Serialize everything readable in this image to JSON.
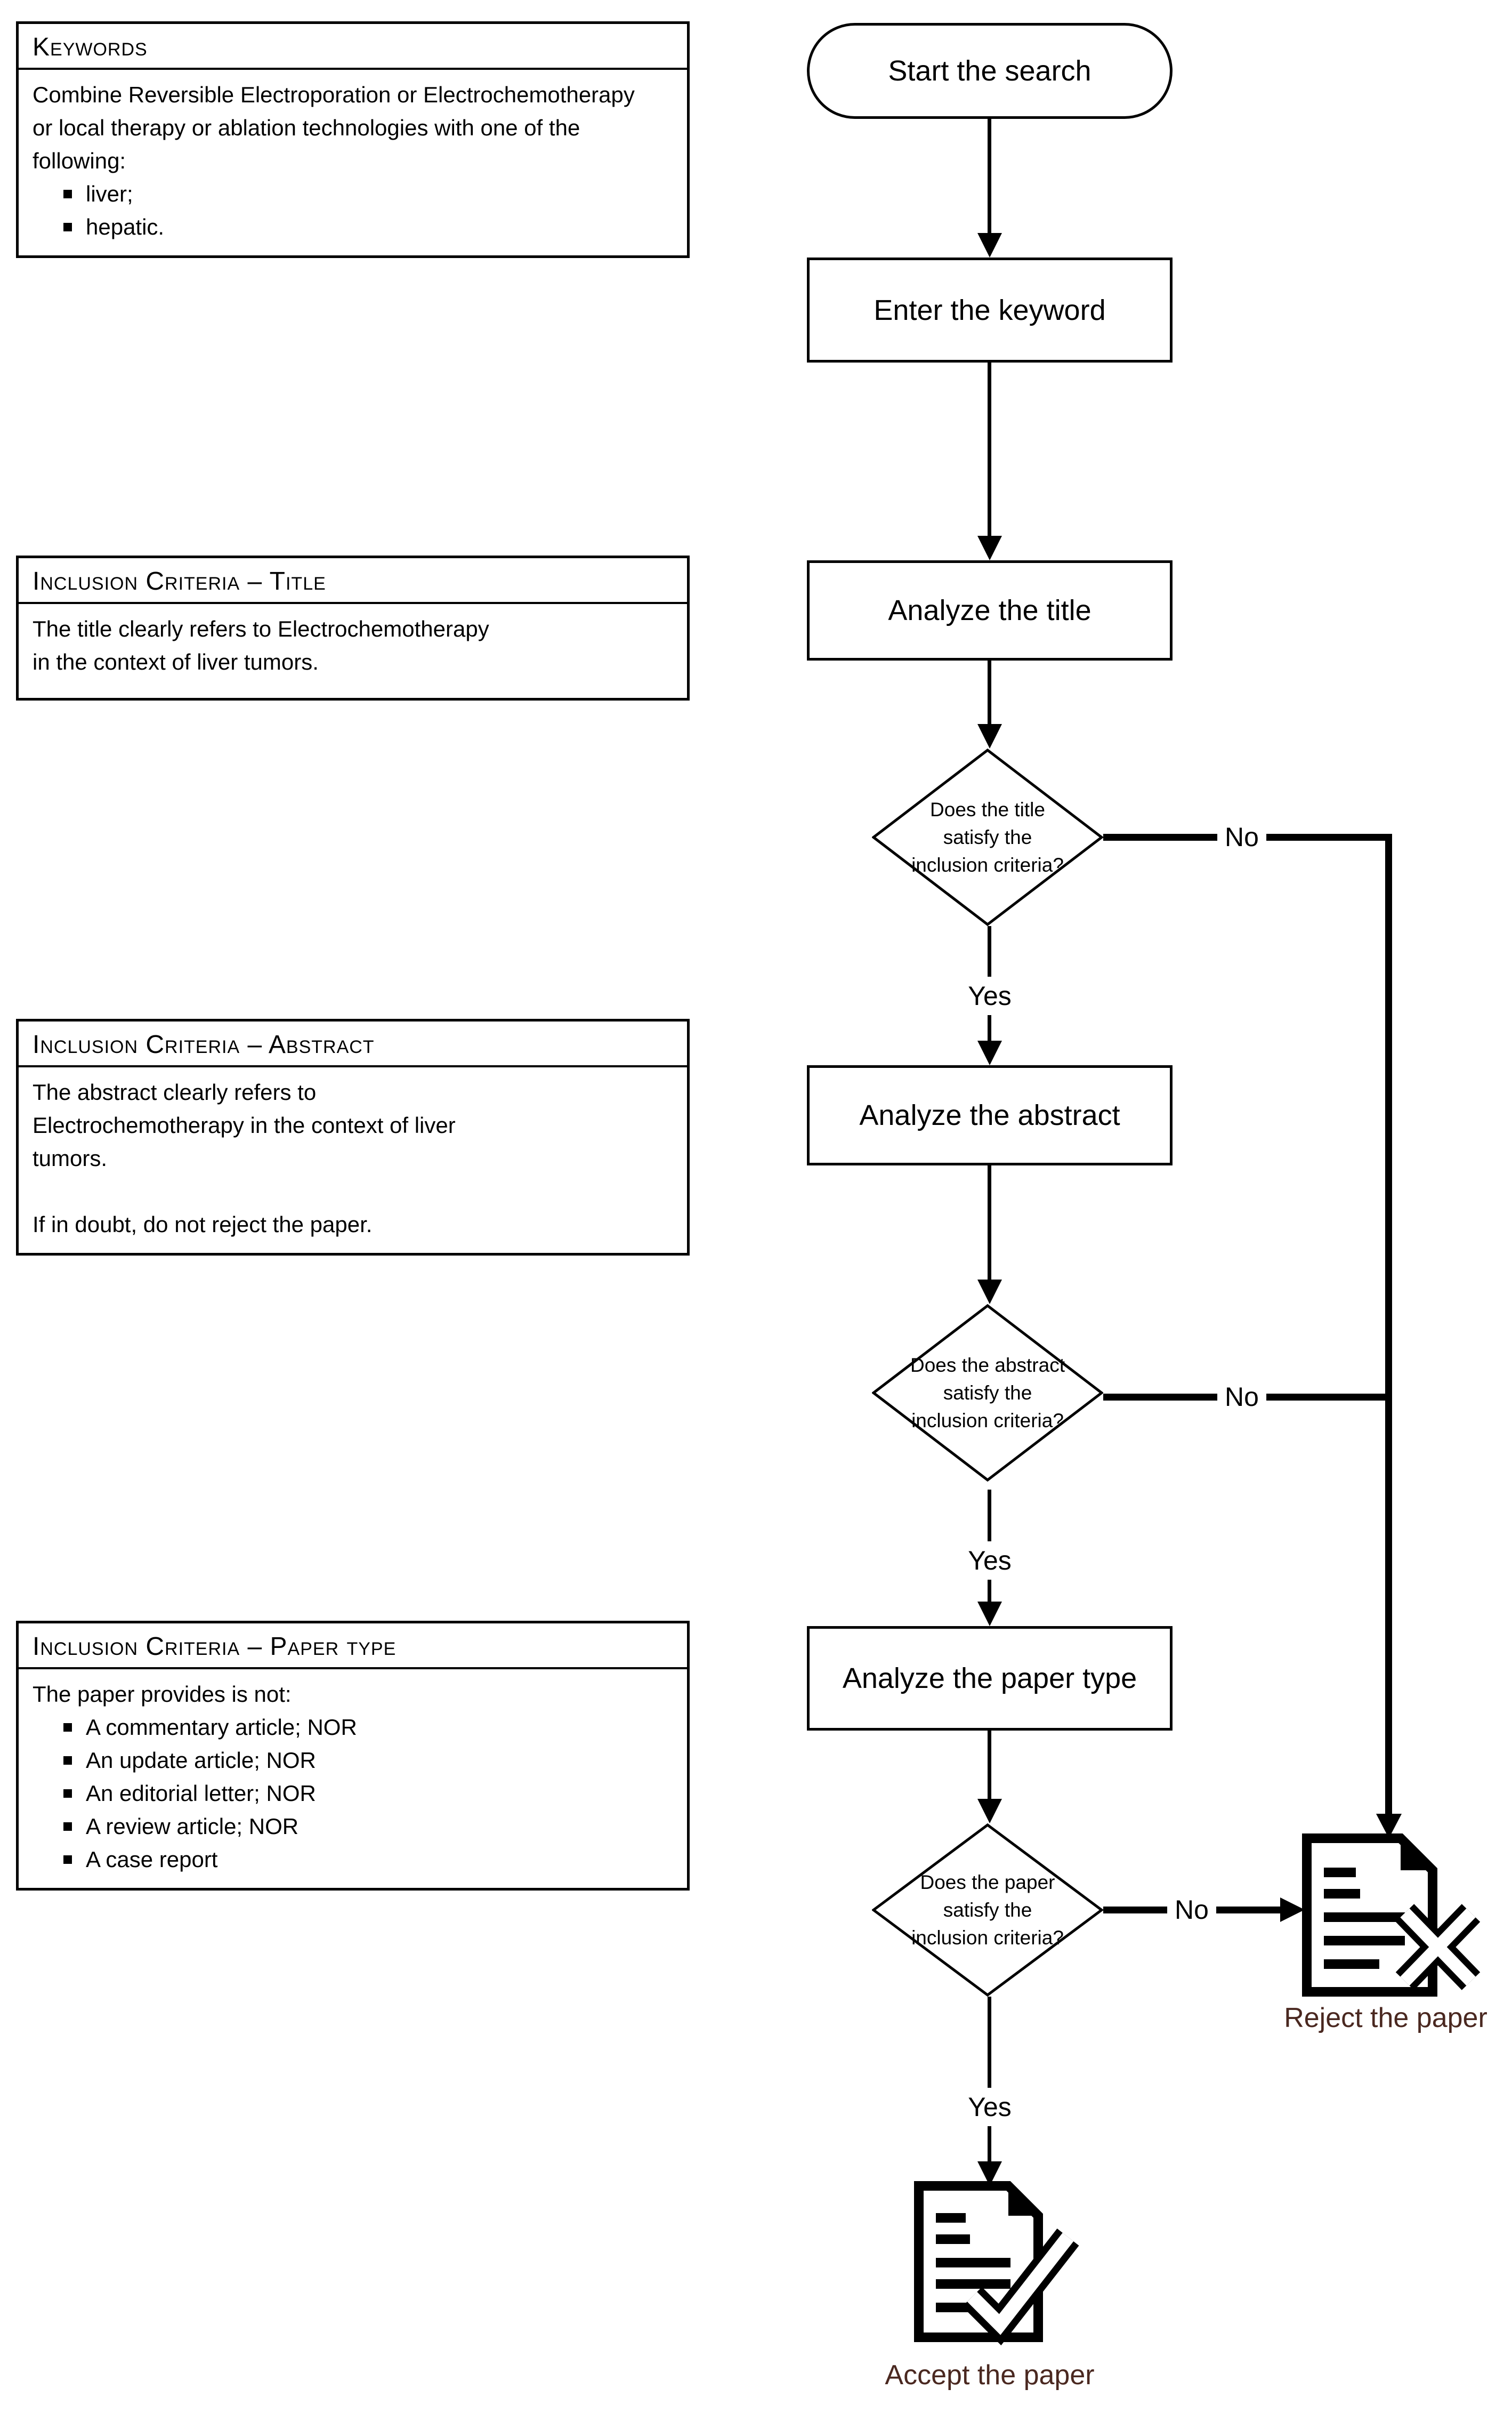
{
  "diagram": {
    "background": "#ffffff",
    "line_color": "#000000",
    "outcome_label_color": "#4a2820"
  },
  "annotations": {
    "keywords": {
      "header": "Keywords",
      "body_lines": [
        "Combine Reversible Electroporation or Electrochemotherapy",
        "or local therapy or ablation technologies with one of the",
        "following:"
      ],
      "bullets": [
        "liver;",
        "hepatic."
      ]
    },
    "criteria_title": {
      "header": "Inclusion Criteria – Title",
      "body_lines": [
        "The title clearly refers to Electrochemotherapy",
        "in the context of liver tumors."
      ]
    },
    "criteria_abstract": {
      "header": "Inclusion Criteria – Abstract",
      "body_lines": [
        "The abstract clearly refers to",
        "Electrochemotherapy in the context of liver",
        "tumors."
      ],
      "note": "If in doubt, do not reject the paper."
    },
    "criteria_paper_type": {
      "header": "Inclusion Criteria – Paper type",
      "intro": "The paper provides is not:",
      "bullets": [
        "A commentary article; NOR",
        "An update article; NOR",
        "An editorial letter; NOR",
        "A review article; NOR",
        "A case report"
      ]
    }
  },
  "flow": {
    "start": "Start the search",
    "enter_keyword": "Enter the keyword",
    "analyze_title": "Analyze the title",
    "decision_title_lines": [
      "Does the title",
      "satisfy the",
      "inclusion criteria?"
    ],
    "analyze_abstract": "Analyze the abstract",
    "decision_abstract_lines": [
      "Does the abstract",
      "satisfy the",
      "inclusion criteria?"
    ],
    "analyze_paper_type": "Analyze the paper type",
    "decision_paper_lines": [
      "Does the paper",
      "satisfy the",
      "inclusion criteria?"
    ],
    "yes": "Yes",
    "no": "No",
    "reject": "Reject the paper",
    "accept": "Accept the paper"
  }
}
